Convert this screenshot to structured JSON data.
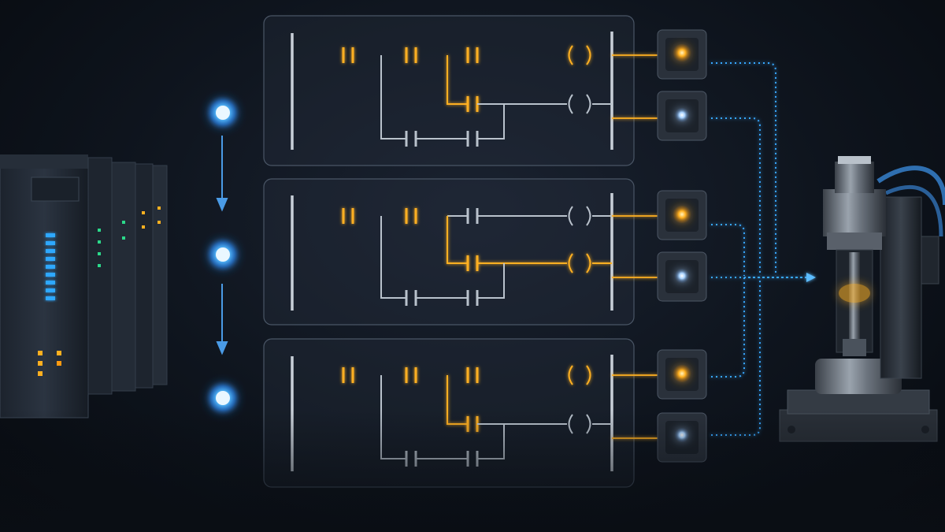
{
  "diagram": {
    "rungs": [
      {
        "id": 1,
        "top_energized": true,
        "branch_energized": false,
        "outputs": [
          "amber",
          "white"
        ]
      },
      {
        "id": 2,
        "top_energized": false,
        "branch_energized": true,
        "outputs": [
          "amber",
          "white"
        ]
      },
      {
        "id": 3,
        "top_energized": true,
        "branch_energized": false,
        "outputs": [
          "amber",
          "white"
        ]
      }
    ],
    "colors": {
      "energized": "#ffb020",
      "deenergized": "#b9c2cc",
      "signal": "#39a8ff",
      "panel_border": "#4a5666",
      "amber_lamp": "#ffb020",
      "white_lamp": "#cfe6ff"
    },
    "icons": {
      "controller": "plc-controller-icon",
      "actuator": "hydraulic-press-icon",
      "input_node": "signal-node-icon",
      "lamp": "indicator-lamp-icon"
    }
  }
}
